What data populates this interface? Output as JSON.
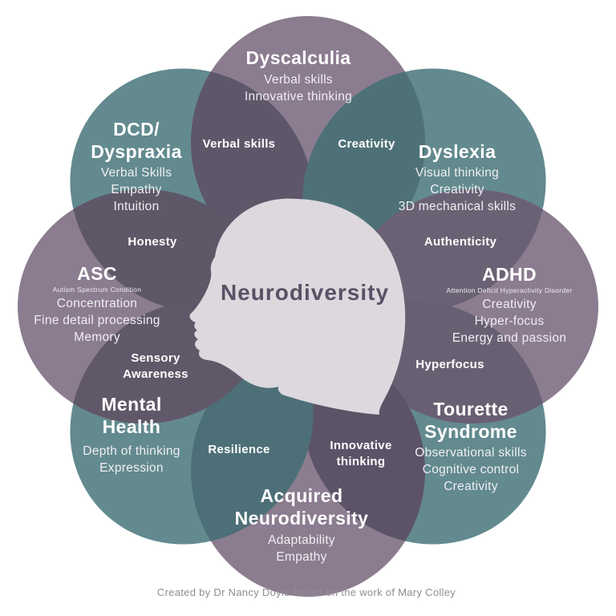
{
  "center": {
    "title": "Neurodiversity",
    "text_color": "#5A5166"
  },
  "head": {
    "color": "#DCD8DD"
  },
  "footer": {
    "credit": "Created by Dr Nancy Doyle based on the work of Mary Colley"
  },
  "petals": [
    {
      "name": "Dyscalculia",
      "color": "#8C7C90",
      "strengths": [
        "Verbal skills",
        "Innovative thinking"
      ]
    },
    {
      "name": "Dyslexia",
      "color": "#628A8F",
      "strengths": [
        "Visual thinking",
        "Creativity",
        "3D mechanical skills"
      ]
    },
    {
      "name": "ADHD",
      "subtitle": "Attention Deficit Hyperactivity Disorder",
      "color": "#8C7C90",
      "strengths": [
        "Creativity",
        "Hyper-focus",
        "Energy and passion"
      ]
    },
    {
      "name": "Tourette Syndrome",
      "color": "#628A8F",
      "strengths": [
        "Observational skills",
        "Cognitive control",
        "Creativity"
      ]
    },
    {
      "name": "Acquired Neurodiversity",
      "color": "#8C7C90",
      "strengths": [
        "Adaptability",
        "Empathy"
      ]
    },
    {
      "name": "Mental Health",
      "color": "#628A8F",
      "strengths": [
        "Depth of thinking",
        "Expression"
      ]
    },
    {
      "name": "ASC",
      "subtitle": "Autism Spectrum Condition",
      "color": "#8C7C90",
      "strengths": [
        "Concentration",
        "Fine detail processing",
        "Memory"
      ]
    },
    {
      "name": "DCD/ Dyspraxia",
      "color": "#628A8F",
      "strengths": [
        "Verbal Skills",
        "Empathy",
        "Intuition"
      ]
    }
  ],
  "overlaps": [
    {
      "label": "Verbal skills",
      "color": "#5E5669",
      "between": "DCD/Dyspraxia + Dyscalculia"
    },
    {
      "label": "Creativity",
      "color": "#4E7177",
      "between": "Dyscalculia + Dyslexia"
    },
    {
      "label": "Authenticity",
      "color": "#6A6274",
      "between": "Dyslexia + ADHD"
    },
    {
      "label": "Hyperfocus",
      "color": "#686072",
      "between": "ADHD + Tourette Syndrome"
    },
    {
      "label": "Innovative thinking",
      "color": "#5C5367",
      "between": "Tourette Syndrome + Acquired Neurodiversity"
    },
    {
      "label": "Resilience",
      "color": "#4D6F77",
      "between": "Acquired Neurodiversity + Mental Health"
    },
    {
      "label": "Sensory Awareness",
      "color": "#605869",
      "between": "Mental Health + ASC"
    },
    {
      "label": "Honesty",
      "color": "#5E5767",
      "between": "ASC + DCD/Dyspraxia"
    }
  ]
}
